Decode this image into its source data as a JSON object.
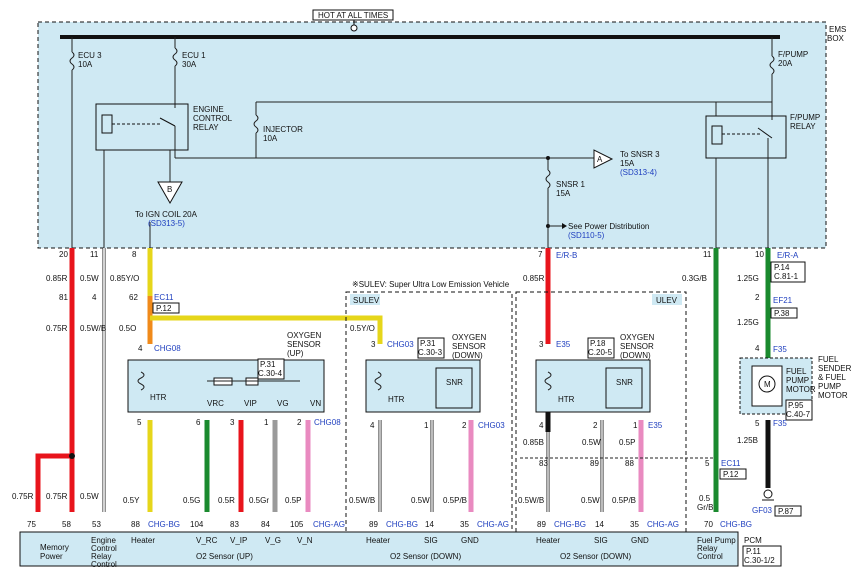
{
  "hot": "HOT AT ALL TIMES",
  "ems_box": [
    "EMS",
    "BOX"
  ],
  "fuses": {
    "ecu3": [
      "ECU 3",
      "10A"
    ],
    "ecu1": [
      "ECU 1",
      "30A"
    ],
    "injector": [
      "INJECTOR",
      "10A"
    ],
    "snsr3": [
      "To SNSR 3",
      "15A"
    ],
    "snsr3_ref": "(SD313-4)",
    "snsr1": [
      "SNSR 1",
      "15A"
    ],
    "fpump": [
      "F/PUMP",
      "20A"
    ]
  },
  "relays": {
    "engine": [
      "ENGINE",
      "CONTROL",
      "RELAY"
    ],
    "fpump": [
      "F/PUMP",
      "RELAY"
    ]
  },
  "connectors": {
    "A": "A",
    "B": "B"
  },
  "ign_coil": "To IGN COIL 20A",
  "ign_ref": "(SD313-5)",
  "see_power": "See Power Distribution",
  "see_power_ref": "(SD110-5)",
  "sulev_note": "※SULEV: Super Ultra Low Emission Vehicle",
  "sulev": "SULEV",
  "ulev": "ULEV",
  "pins_top": {
    "p20": "20",
    "p11": "11",
    "p8": "8",
    "p7": "7",
    "p11b": "11",
    "p10": "10"
  },
  "wires": {
    "w085r": "0.85R",
    "w05w": "0.5W",
    "w085yo": "0.85Y/O",
    "w075r": "0.75R",
    "w05wb": "0.5W/B",
    "w05o": "0.5O",
    "w05yo": "0.5Y/O",
    "w085rb": "0.85R",
    "w03g": "0.3G/B",
    "w125g": "1.25G",
    "w125g2": "1.25G",
    "w125b": "1.25B",
    "w075r_a": "0.75R",
    "w075r_b": "0.75R",
    "w05w3": "0.5W",
    "w05y": "0.5Y",
    "w05g": "0.5G",
    "w05r": "0.5R",
    "w05gr": "0.5Gr",
    "w05p": "0.5P",
    "w05w4": "0.5W",
    "w05pb": "0.5P/B",
    "w085b": "0.85B",
    "w05w5": "0.5W",
    "w05p2": "0.5P",
    "w05wb2": "0.5W/B",
    "w05w6": "0.5W",
    "w05pb2": "0.5P/B",
    "w05grb": "0.5",
    "w05grb2": "Gr/B"
  },
  "mid_pins": {
    "p81": "81",
    "p4a": "4",
    "p62": "62",
    "p2": "2",
    "p4b": "4",
    "p3a": "3",
    "p3b": "3",
    "p3c": "3",
    "p4c": "4"
  },
  "conn_refs": {
    "ec11": "EC11",
    "ec11_p": "P.12",
    "chg08": "CHG08",
    "chg03": "CHG03",
    "e35": "E35",
    "ef21": "EF21",
    "ef21_p": "P.38",
    "f35": "F35",
    "f35b": "F35",
    "e_r_a": "E/R-A",
    "e_r_a_p": [
      "P.14",
      "C.81-1"
    ],
    "e_r_b": "E/R-B",
    "gf03": "GF03",
    "gf03_p": "P.87",
    "ec11b": "EC11",
    "ec11b_p": "P.12",
    "chg08b": "CHG08",
    "chg03b": "CHG03",
    "e35b": "E35"
  },
  "sensors": {
    "up": {
      "ref": [
        "P.31",
        "C.30-4"
      ],
      "name": [
        "OXYGEN",
        "SENSOR",
        "(UP)"
      ],
      "htr": "HTR",
      "vrc": "VRC",
      "vip": "VIP",
      "vg": "VG",
      "vn": "VN"
    },
    "sulev_down": {
      "ref": [
        "P.31",
        "C.30-3"
      ],
      "name": [
        "OXYGEN",
        "SENSOR",
        "(DOWN)"
      ],
      "htr": "HTR",
      "snr": "SNR"
    },
    "ulev_down": {
      "ref": [
        "P.18",
        "C.20-5"
      ],
      "name": [
        "OXYGEN",
        "SENSOR",
        "(DOWN)"
      ],
      "htr": "HTR",
      "snr": "SNR"
    }
  },
  "fuel_pump": {
    "label": [
      "FUEL",
      "SENDER",
      "& FUEL",
      "PUMP",
      "MOTOR"
    ],
    "name": [
      "FUEL",
      "PUMP",
      "MOTOR"
    ],
    "ref": [
      "P.95",
      "C.40-7"
    ],
    "m": "M"
  },
  "sensor_pins": {
    "up": [
      "5",
      "6",
      "3",
      "1",
      "2"
    ],
    "sd": [
      "4",
      "1",
      "2"
    ],
    "ud": [
      "4",
      "2",
      "1"
    ],
    "fp": "5",
    "fp_top": "4"
  },
  "lower_pins": {
    "s83": "83",
    "s89": "89",
    "s88": "88",
    "s5": "5"
  },
  "pcm": {
    "pins": [
      "75",
      "58",
      "53",
      "88",
      "104",
      "83",
      "84",
      "105",
      "89",
      "14",
      "35",
      "89",
      "14",
      "35",
      "70"
    ],
    "chg_bg": "CHG-BG",
    "chg_ag": "CHG-AG",
    "labels": {
      "memory": [
        "Memory",
        "Power"
      ],
      "ecr": [
        "Engine",
        "Control",
        "Relay",
        "Control"
      ],
      "heater": "Heater",
      "vrc": "V_RC",
      "vip": "V_IP",
      "vg": "V_G",
      "vn": "V_N",
      "o2up": "O2 Sensor (UP)",
      "sig": "SIG",
      "gnd": "GND",
      "o2down": "O2 Sensor (DOWN)",
      "fprc": [
        "Fuel Pump",
        "Relay",
        "Control"
      ],
      "pcm": "PCM",
      "pcm_ref": [
        "P.11",
        "C.30-1/2"
      ]
    }
  },
  "colors": {
    "red": "#e8141c",
    "green": "#1a8a2e",
    "yellow": "#e6d61a",
    "orange": "#f08a1a",
    "pink": "#e98ac0",
    "grey": "#9a9a9a",
    "black": "#111111",
    "box": "#cfe9f3"
  }
}
